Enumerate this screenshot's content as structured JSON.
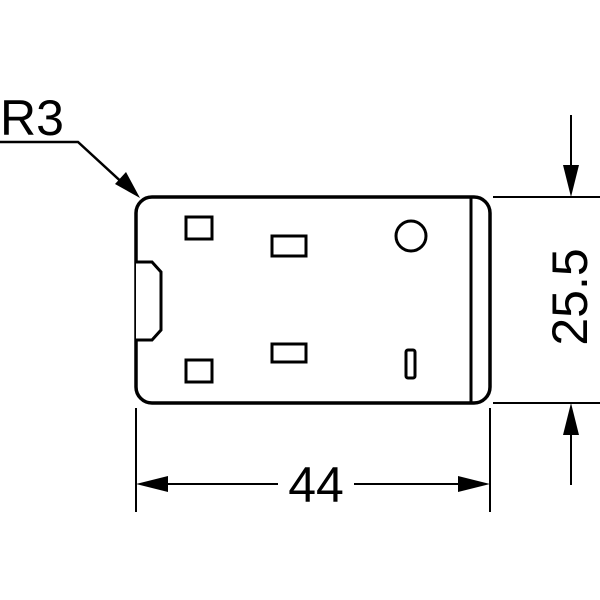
{
  "labels": {
    "radius": "R3",
    "width": "44",
    "height": "25.5"
  },
  "colors": {
    "line": "#000000",
    "background": "#ffffff"
  }
}
